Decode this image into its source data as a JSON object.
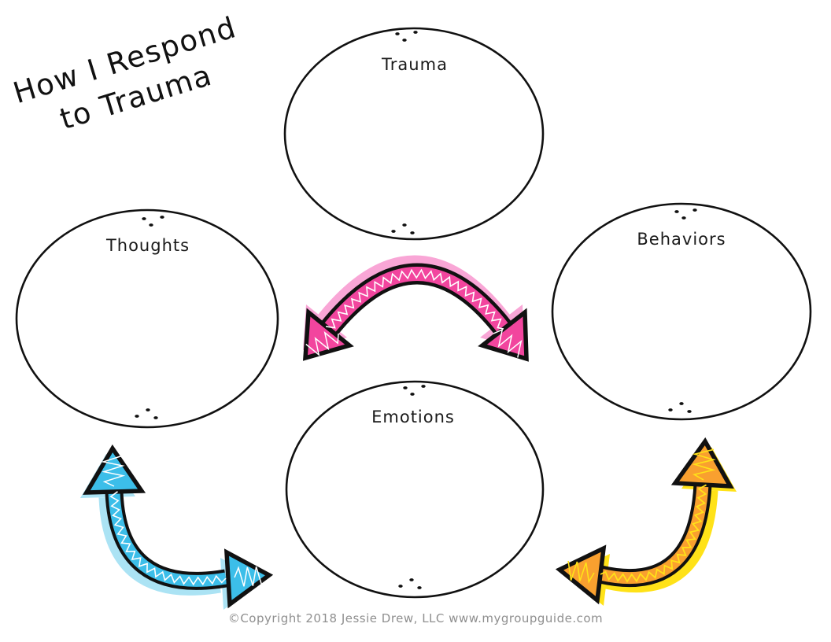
{
  "title": {
    "line1": "How I Respond",
    "line2": "to Trauma"
  },
  "nodes": [
    {
      "id": "trauma",
      "label": "Trauma"
    },
    {
      "id": "thoughts",
      "label": "Thoughts"
    },
    {
      "id": "behaviors",
      "label": "Behaviors"
    },
    {
      "id": "emotions",
      "label": "Emotions"
    }
  ],
  "arrows": [
    {
      "id": "thoughts-behaviors",
      "style": "double-headed arc",
      "color_name": "pink"
    },
    {
      "id": "thoughts-emotions",
      "style": "double-headed curve",
      "color_name": "blue"
    },
    {
      "id": "emotions-behaviors",
      "style": "double-headed curve",
      "color_name": "orange"
    }
  ],
  "footer": {
    "copyright": "©Copyright 2018 Jessie Drew, LLC www.mygroupguide.com"
  },
  "colors": {
    "pink": "#F2459E",
    "pink_light": "#F9A6D6",
    "blue": "#3CBEE9",
    "blue_light": "#ABE3F4",
    "orange": "#F9A02F",
    "yellow": "#FFE218",
    "outline": "#111111",
    "ink": "#1A1A1A",
    "copyright_gray": "#8F8F8F"
  }
}
